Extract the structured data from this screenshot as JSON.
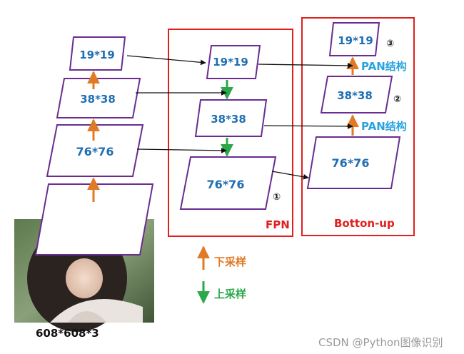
{
  "backbone": {
    "layer_19": "19*19",
    "layer_38": "38*38",
    "layer_76": "76*76",
    "input_size": "608*608*3"
  },
  "fpn": {
    "title": "FPN",
    "layer_19": "19*19",
    "layer_38": "38*38",
    "layer_76": "76*76",
    "marker": "①"
  },
  "bottom_up": {
    "title": "Botton-up",
    "layer_19": "19*19",
    "layer_38": "38*38",
    "layer_76": "76*76",
    "marker_38": "②",
    "marker_19": "③",
    "pan_upper": "PAN结构",
    "pan_lower": "PAN结构"
  },
  "legend": {
    "downsample": "下采样",
    "upsample": "上采样"
  },
  "colors": {
    "parallelogram_stroke": "#6a2c91",
    "label_blue": "#1f6fb2",
    "pan_blue": "#2aa3dc",
    "box_red": "#e0201e",
    "arrow_orange": "#e07a25",
    "arrow_green": "#2ca84a",
    "arrow_black": "#111111"
  },
  "watermark": "CSDN @Python图像识别"
}
